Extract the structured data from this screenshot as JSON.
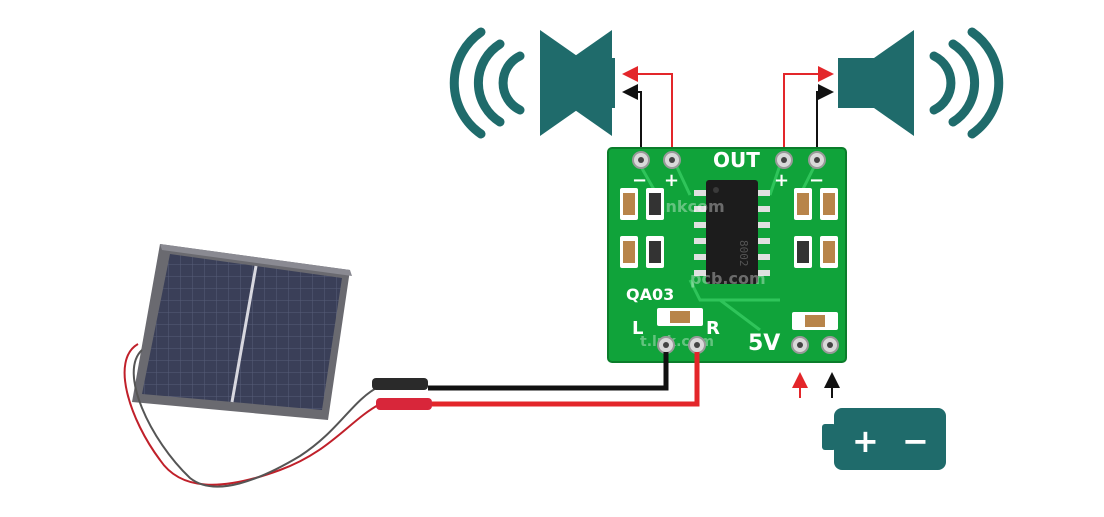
{
  "board": {
    "out_label": "OUT",
    "model_label": "QA03",
    "left_label": "L",
    "right_label": "R",
    "voltage_label": "5V",
    "plus_left": "+",
    "minus_left": "−",
    "plus_right": "+",
    "minus_right": "−",
    "watermark_a": "lnkcom",
    "watermark_b": "pcb.com",
    "watermark_c": "t.lnk.com",
    "chip_mark": "8002"
  },
  "battery": {
    "plus_symbol": "+",
    "minus_symbol": "−"
  },
  "colors": {
    "teal": "#1f6b6b",
    "pcb_green": "#10a33a",
    "wire_red": "#e3262a",
    "wire_black": "#111111"
  },
  "icons": [
    "speaker-left-icon",
    "speaker-right-icon",
    "battery-icon",
    "solar-panel-icon"
  ]
}
